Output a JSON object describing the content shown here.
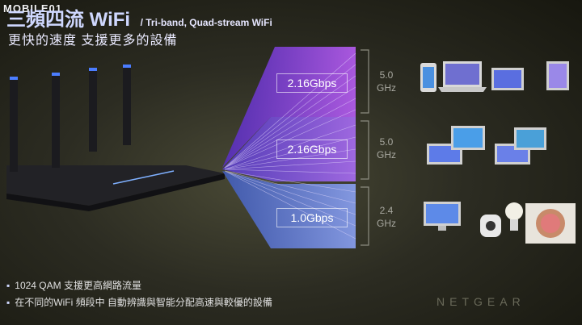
{
  "watermark": "MOBILE01",
  "header": {
    "title": "三頻四流 WiFi",
    "subtitle_en": "/ Tri-band, Quad-stream WiFi",
    "subtitle_zh": "更快的速度 支援更多的設備"
  },
  "bands": [
    {
      "speed": "2.16Gbps",
      "ghz_num": "5.0",
      "ghz_unit": "GHz"
    },
    {
      "speed": "2.16Gbps",
      "ghz_num": "5.0",
      "ghz_unit": "GHz"
    },
    {
      "speed": "1.0Gbps",
      "ghz_num": "2.4",
      "ghz_unit": "GHz"
    }
  ],
  "bullets": [
    "1024 QAM 支援更高網路流量",
    "在不同的WiFi 頻段中 自動辨識與智能分配高速與較優的設備"
  ],
  "footer_mark": "NETGEAR",
  "icons": [
    "router-icon",
    "phone-icon",
    "laptop-icon",
    "tablet-icon",
    "monitor-icon",
    "camera-icon",
    "bulb-icon",
    "thermostat-icon"
  ],
  "colors": {
    "band5a": "#7a4cff",
    "band5b": "#8a5cff",
    "band24": "#6f8bff"
  }
}
